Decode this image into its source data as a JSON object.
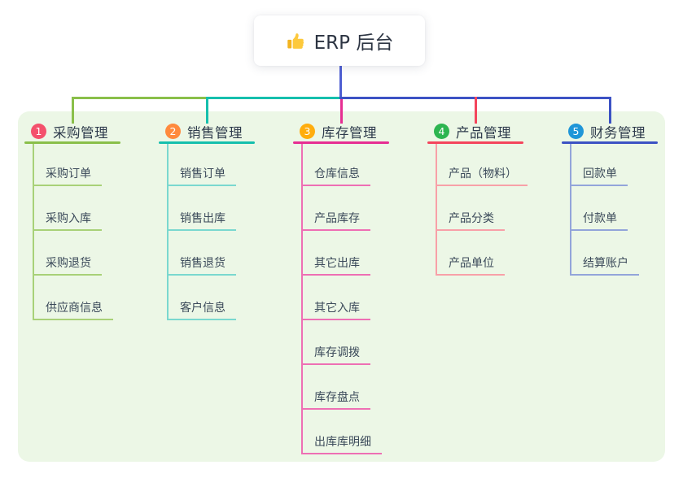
{
  "root": {
    "label": "ERP 后台",
    "icon": "thumbs-up-icon"
  },
  "colors": {
    "canvas_bg": "#ffffff",
    "panel_bg": "#ecf7e6",
    "root_node_bg": "#ffffff",
    "root_line": "#4e5ed2",
    "title_text": "#2e3b4c",
    "child_text": "#3b4a5a",
    "thumb_yellow": "#fdc93c"
  },
  "branches": [
    {
      "index": "1",
      "title": "采购管理",
      "badge_color": "#f4516c",
      "line_color": "#8abf4a",
      "child_line_color": "#a8d178",
      "children": [
        "采购订单",
        "采购入库",
        "采购退货",
        "供应商信息"
      ]
    },
    {
      "index": "2",
      "title": "销售管理",
      "badge_color": "#ff8a3d",
      "line_color": "#15bfad",
      "child_line_color": "#7ad8cf",
      "children": [
        "销售订单",
        "销售出库",
        "销售退货",
        "客户信息"
      ]
    },
    {
      "index": "3",
      "title": "库存管理",
      "badge_color": "#ffad0d",
      "line_color": "#e62e92",
      "child_line_color": "#ee6fb4",
      "children": [
        "仓库信息",
        "产品库存",
        "其它出库",
        "其它入库",
        "库存调拨",
        "库存盘点",
        "出库库明细"
      ]
    },
    {
      "index": "4",
      "title": "产品管理",
      "badge_color": "#2db550",
      "line_color": "#f4455c",
      "child_line_color": "#f8a0a8",
      "children": [
        "产品（物料）",
        "产品分类",
        "产品单位"
      ]
    },
    {
      "index": "5",
      "title": "财务管理",
      "badge_color": "#1f96d8",
      "line_color": "#3c52c4",
      "child_line_color": "#93a5da",
      "children": [
        "回款单",
        "付款单",
        "结算账户"
      ]
    }
  ]
}
